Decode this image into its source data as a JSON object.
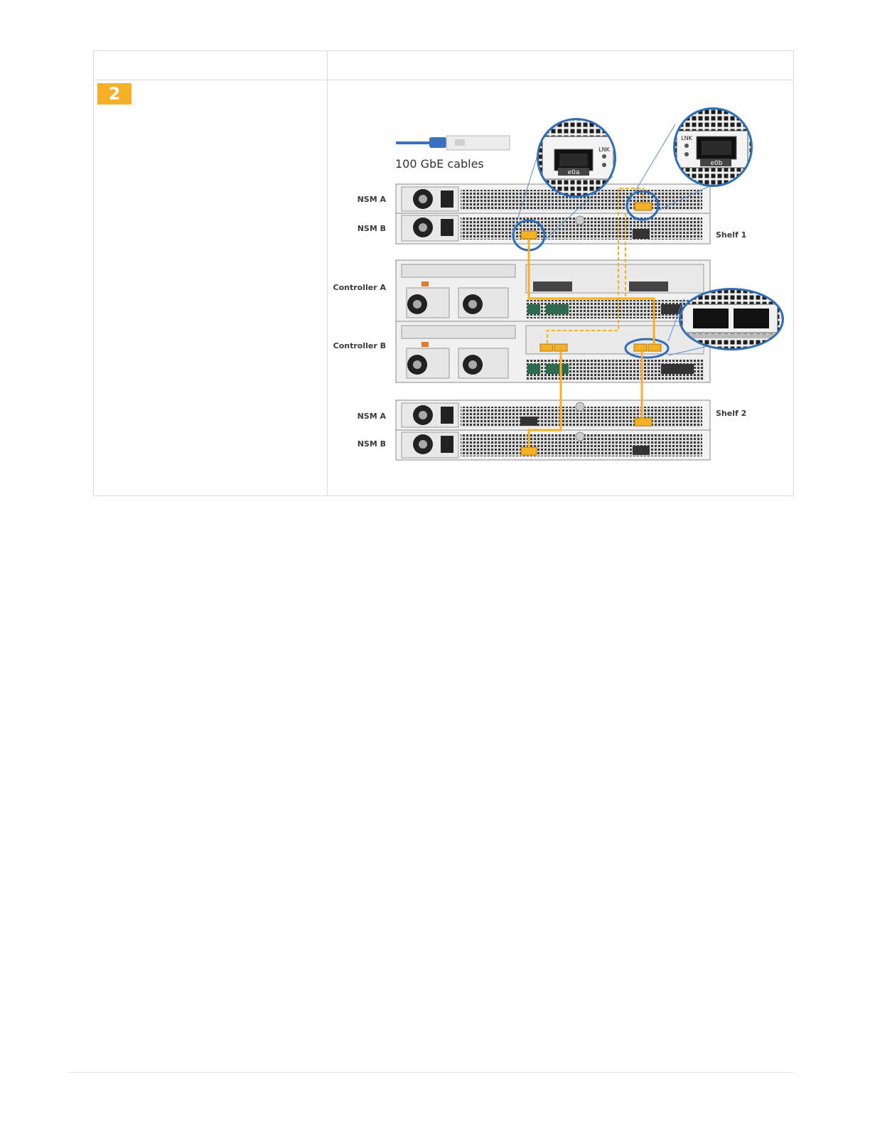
{
  "step": {
    "number": "2"
  },
  "diagram": {
    "cable_caption": "100 GbE cables",
    "callouts": {
      "port_left": "e0a",
      "port_right": "e0b",
      "lnk": "LNK"
    },
    "shelf1": {
      "name": "Shelf 1",
      "top": "NSM A",
      "bottom": "NSM B"
    },
    "controllers": {
      "a": "Controller A",
      "b": "Controller B"
    },
    "shelf2": {
      "name": "Shelf 2",
      "top": "NSM A",
      "bottom": "NSM B"
    }
  },
  "colors": {
    "badge": "#f5b025",
    "cable": "#f5b025",
    "callout_ring": "#2f6db5"
  }
}
